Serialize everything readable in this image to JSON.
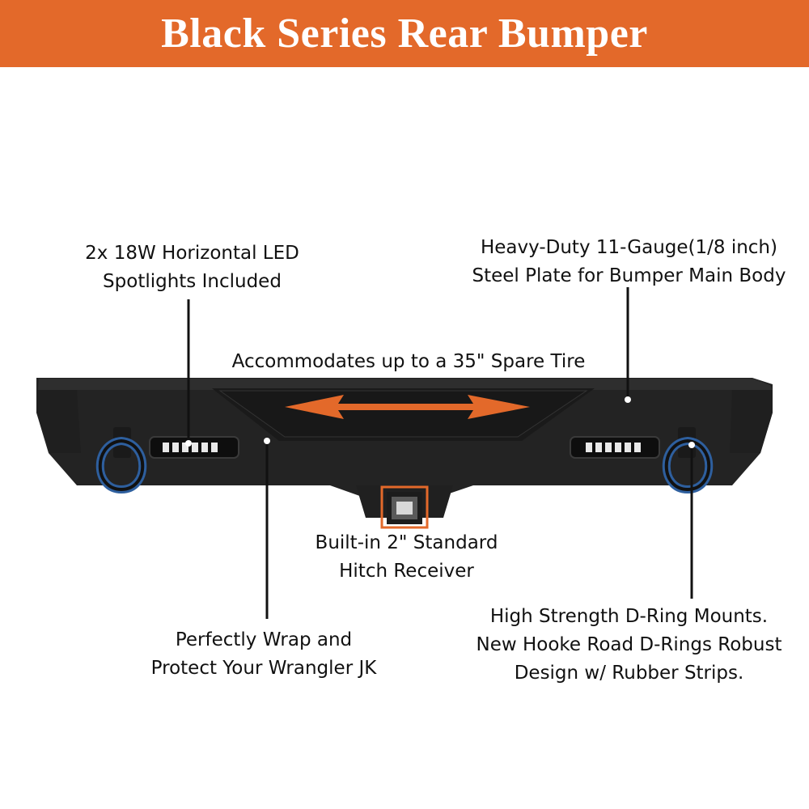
{
  "header": {
    "title": "Black Series Rear Bumper",
    "bg_color": "#e3692a",
    "text_color": "#ffffff"
  },
  "callouts": {
    "led": {
      "line1": "2x 18W Horizontal LED",
      "line2": "Spotlights Included"
    },
    "steel": {
      "line1": "Heavy-Duty 11-Gauge(1/8 inch)",
      "line2": "Steel Plate for Bumper Main Body"
    },
    "spare_tire": {
      "line1": "Accommodates up to a 35\" Spare Tire"
    },
    "hitch": {
      "line1": "Built-in 2\" Standard",
      "line2": "Hitch Receiver"
    },
    "wrap": {
      "line1": "Perfectly Wrap and",
      "line2": "Protect Your Wrangler JK"
    },
    "dring": {
      "line1": "High Strength D-Ring Mounts.",
      "line2": "New Hooke Road D-Rings Robust",
      "line3": "Design w/ Rubber Strips."
    }
  },
  "colors": {
    "accent_orange": "#e3692a",
    "bumper_black": "#232323",
    "dring_blue": "#2e5f9e"
  },
  "icons": [
    "double-arrow-icon",
    "hitch-highlight-box-icon",
    "callout-dot-icon"
  ]
}
